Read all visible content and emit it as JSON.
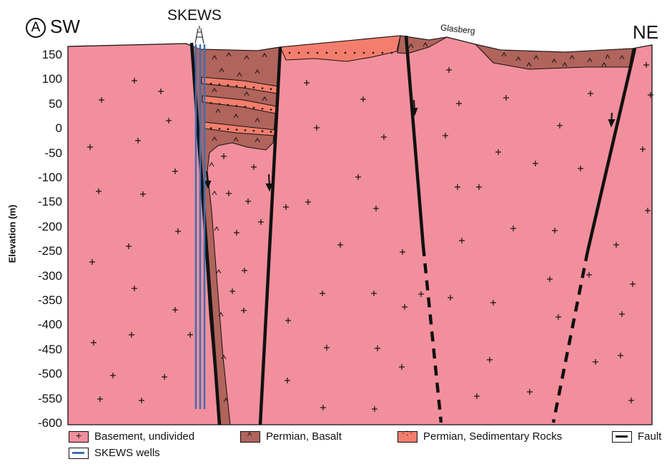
{
  "header": {
    "panel_letter": "A",
    "left_label": "SW",
    "right_label": "NE",
    "well_label": "SKEWS",
    "place_label": "Glasberg"
  },
  "axis": {
    "title": "Elevation (m)",
    "ticks": [
      "150",
      "100",
      "50",
      "0",
      "-50",
      "-100",
      "-150",
      "-200",
      "-250",
      "-300",
      "-350",
      "-400",
      "-450",
      "-500",
      "-550",
      "-600"
    ]
  },
  "legend": {
    "basement": "Basement, undivided",
    "basalt": "Permian, Basalt",
    "sedimentary": "Permian, Sedimentary Rocks",
    "fault": "Fault",
    "wells": "SKEWS wells"
  },
  "colors": {
    "basement": "#f28f9c",
    "basalt": "#b0645c",
    "sedimentary": "#f47e6d",
    "well": "#3c6fb3",
    "outline": "#111111"
  }
}
